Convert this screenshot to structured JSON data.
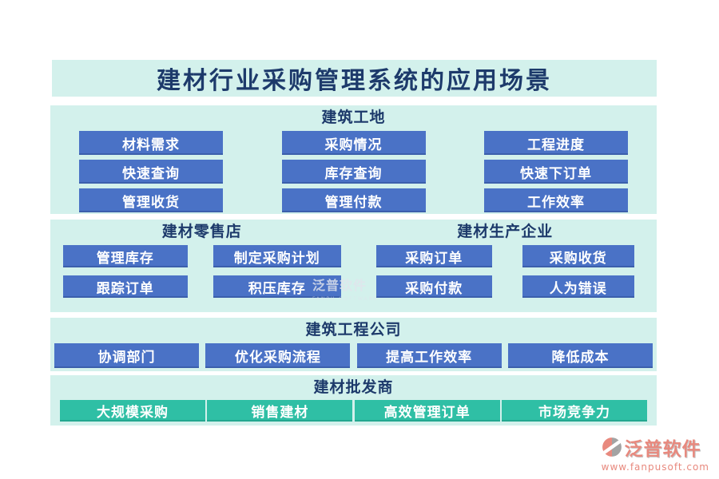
{
  "title": "建材行业采购管理系统的应用场景",
  "sections": {
    "construction_site": {
      "header": "建筑工地",
      "buttons": [
        "材料需求",
        "采购情况",
        "工程进度",
        "快速查询",
        "库存查询",
        "快速下订单",
        "管理收货",
        "管理付款",
        "工作效率"
      ]
    },
    "retail_store": {
      "header": "建材零售店",
      "buttons": [
        "管理库存",
        "制定采购计划",
        "跟踪订单",
        "积压库存"
      ]
    },
    "manufacturer": {
      "header": "建材生产企业",
      "buttons": [
        "采购订单",
        "采购收货",
        "采购付款",
        "人为错误"
      ]
    },
    "engineering_company": {
      "header": "建筑工程公司",
      "buttons": [
        "协调部门",
        "优化采购流程",
        "提高工作效率",
        "降低成本"
      ]
    },
    "wholesaler": {
      "header": "建材批发商",
      "buttons": [
        "大规模采购",
        "销售建材",
        "高效管理订单",
        "市场竞争力"
      ]
    }
  },
  "watermark": {
    "text": "泛普软件",
    "subtext": "FANPU SOFTWARE"
  },
  "logo": {
    "name": "泛普软件",
    "url": "www.fanpusoft.com"
  },
  "colors": {
    "panel_bg": "#d3f1ec",
    "button_blue": "#4a72c6",
    "button_teal": "#2fbfa5",
    "heading_navy": "#1d3a6b",
    "logo_salmon": "#e8897e"
  }
}
